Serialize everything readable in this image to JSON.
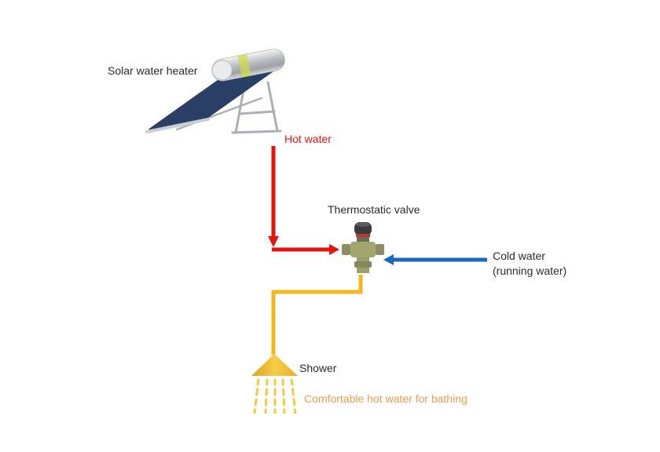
{
  "labels": {
    "solar_heater": "Solar water heater",
    "hot_water": "Hot water",
    "thermostatic_valve": "Thermostatic valve",
    "cold_water_line1": "Cold water",
    "cold_water_line2": "(running water)",
    "shower": "Shower",
    "comfort_note": "Comfortable hot water for bathing"
  },
  "icons": {
    "solar_heater_illustration": "solar-water-heater-with-vacuum-tubes",
    "valve_illustration": "thermostatic-mixing-valve",
    "shower_icon": "shower-head-triangle",
    "spray_icon": "water-spray-dashes"
  },
  "colors": {
    "hot_water_line": "#e8120b",
    "cold_water_line": "#1b69bf",
    "mixed_water_line": "#f6b51e",
    "comfort_text": "#ee9b4d",
    "label_text": "#2b2b2b",
    "tube_color": "#2a3f66",
    "tank_silver": "#c6c9cd",
    "shower_gold": "#eeb32a"
  }
}
